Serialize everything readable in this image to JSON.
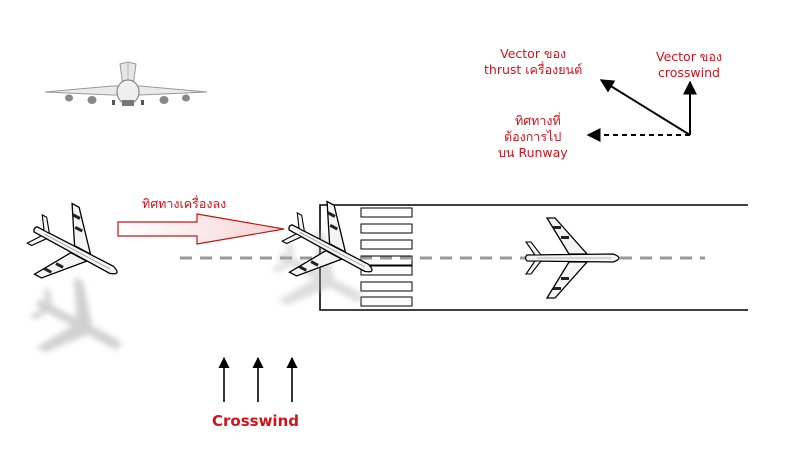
{
  "labels": {
    "thrust_vector": [
      "Vector ของ",
      "thrust เครื่องยนต์"
    ],
    "crosswind_vector": [
      "Vector ของ",
      "crosswind"
    ],
    "runway_direction": [
      "ทิศทางที่",
      "ต้องการไป",
      "บน Runway"
    ],
    "landing_direction": "ทิศทางเครื่องลง",
    "crosswind": "Crosswind"
  },
  "colors": {
    "label_red": "#d2121b",
    "ink": "#000000",
    "centerline": "#999999",
    "shadow": "#bbbbbb"
  },
  "icons": [
    "airplane-front-icon",
    "airplane-top-icon",
    "airplane-shadow-icon",
    "arrow-icon"
  ]
}
